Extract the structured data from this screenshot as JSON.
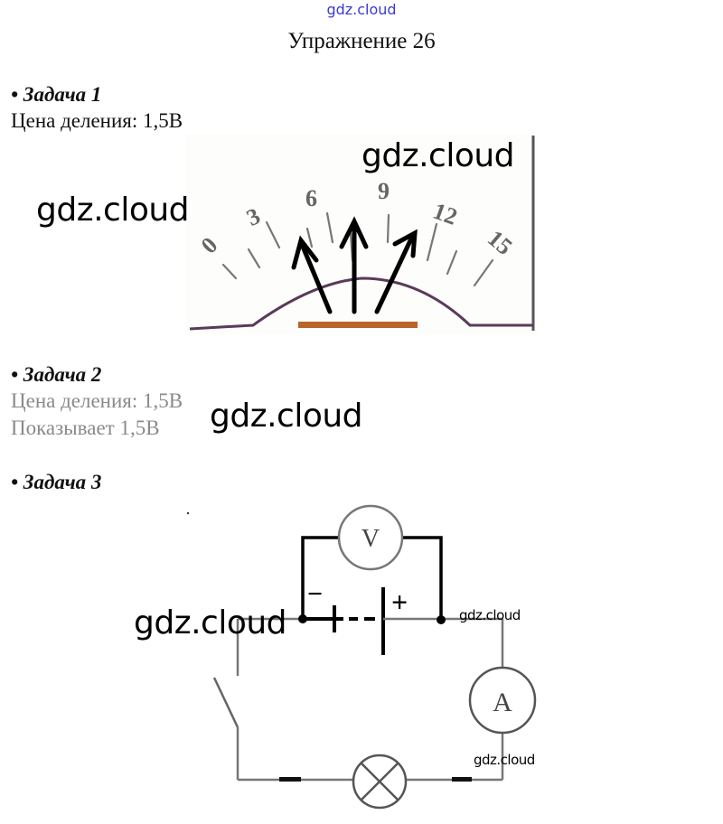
{
  "header": {
    "site_label": "gdz.cloud",
    "title": "Упражнение 26"
  },
  "tasks": [
    {
      "heading": "• Задача 1",
      "lines": [
        "Цена деления: 1,5В"
      ],
      "figure": {
        "type": "voltmeter-scale",
        "scale_labels": [
          "0",
          "3",
          "6",
          "9",
          "12",
          "15"
        ],
        "arrows": 3
      }
    },
    {
      "heading": "• Задача 2",
      "lines": [
        "Цена деления: 1,5В",
        "Показывает 1,5В"
      ]
    },
    {
      "heading": "• Задача 3",
      "figure": {
        "type": "circuit",
        "voltmeter_label": "V",
        "ammeter_label": "A",
        "battery_minus": "−",
        "battery_plus": "+"
      }
    }
  ],
  "watermarks": {
    "text": "gdz.cloud"
  },
  "colors": {
    "site_label": "#3a3ad0",
    "grey_text": "#8a8a8a",
    "meter_base": "#b8642a",
    "meter_arc": "#5a3a5a"
  }
}
